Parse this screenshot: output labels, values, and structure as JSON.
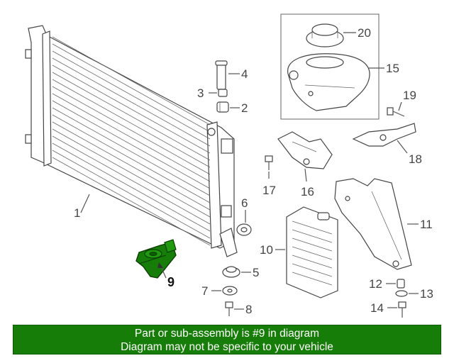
{
  "callouts": {
    "c1": "1",
    "c2": "2",
    "c3": "3",
    "c4": "4",
    "c5": "5",
    "c6": "6",
    "c7": "7",
    "c8": "8",
    "c9": "9",
    "c10": "10",
    "c11": "11",
    "c12": "12",
    "c13": "13",
    "c14": "14",
    "c15": "15",
    "c16": "16",
    "c17": "17",
    "c18": "18",
    "c19": "19",
    "c20": "20"
  },
  "highlight_color": "#167e08",
  "banner": {
    "line1": "Part or sub-assembly is #9 in diagram",
    "line2": "Diagram may not be specific to your vehicle"
  }
}
